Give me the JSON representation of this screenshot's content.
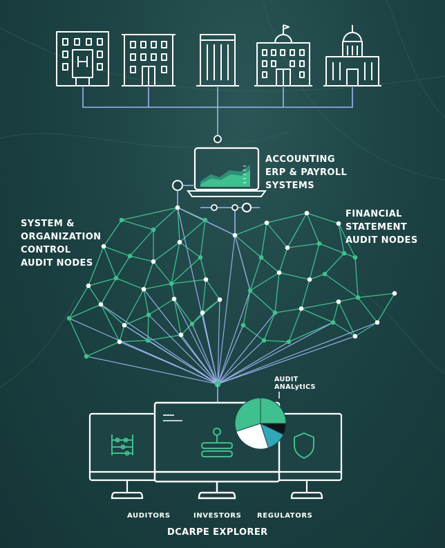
{
  "colors": {
    "background": "#1d4344",
    "green": "#3ec08f",
    "blue_line": "#8fa8e6",
    "white": "#ffffff",
    "pie_teal": "#2fa8b8",
    "pie_dark": "#0c1618"
  },
  "buildings": {
    "icons": [
      "office-building-icon",
      "apartment-building-icon",
      "tower-building-icon",
      "domed-hall-icon",
      "capitol-building-icon"
    ]
  },
  "system": {
    "lines": [
      "ACCOUNTING",
      "ERP & PAYROLL",
      "SYSTEMS"
    ]
  },
  "left_nodes": {
    "lines": [
      "SYSTEM &",
      "ORGANIZATION",
      "CONTROL",
      "AUDIT NODES"
    ]
  },
  "right_nodes": {
    "lines": [
      "FINANCIAL",
      "STATEMENT",
      "AUDIT NODES"
    ]
  },
  "analytics": {
    "lines": [
      "AUDIT",
      "ANALytICS"
    ]
  },
  "devices": {
    "auditors": "AUDITORS",
    "investors": "INVESTORS",
    "regulators": "REGULATORS"
  },
  "explorer": "DCARPE EXPLORER"
}
